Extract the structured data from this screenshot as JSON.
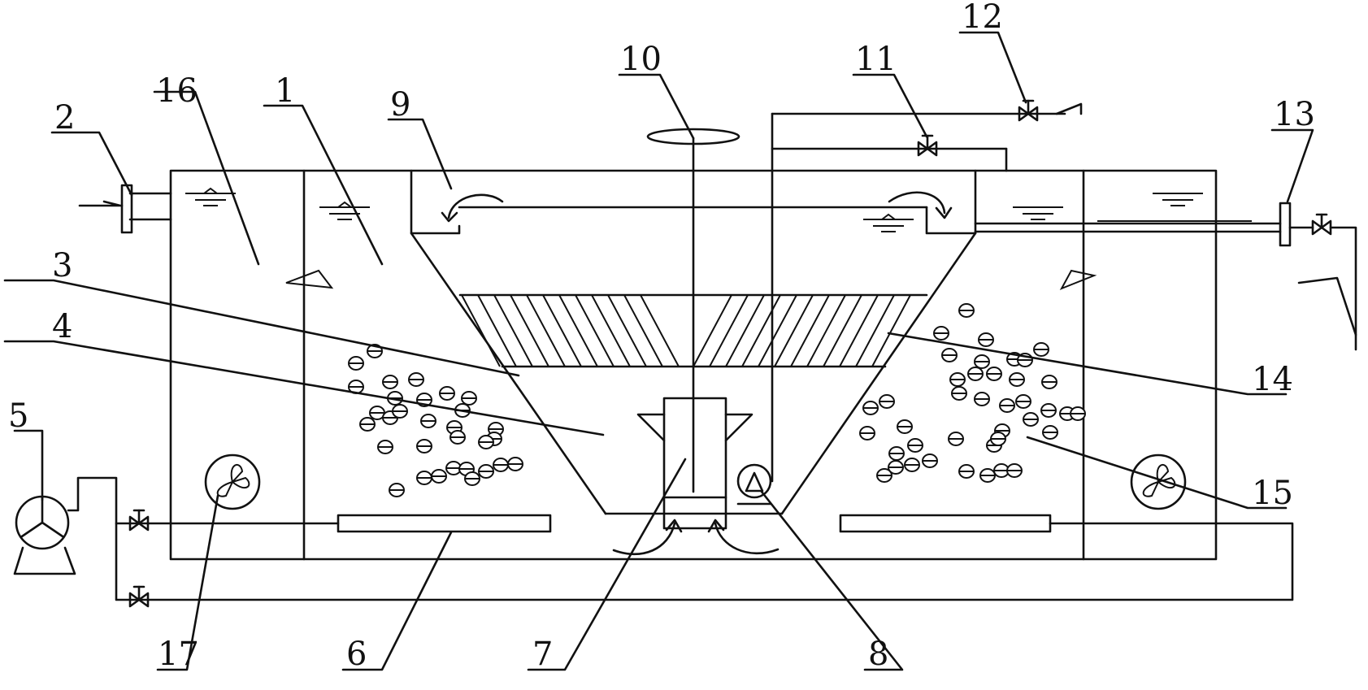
{
  "figure": {
    "labels": [
      "1",
      "2",
      "3",
      "4",
      "5",
      "6",
      "7",
      "8",
      "9",
      "10",
      "11",
      "12",
      "13",
      "14",
      "15",
      "16",
      "17"
    ]
  },
  "colors": {
    "line": "#111111",
    "background": "#ffffff"
  }
}
